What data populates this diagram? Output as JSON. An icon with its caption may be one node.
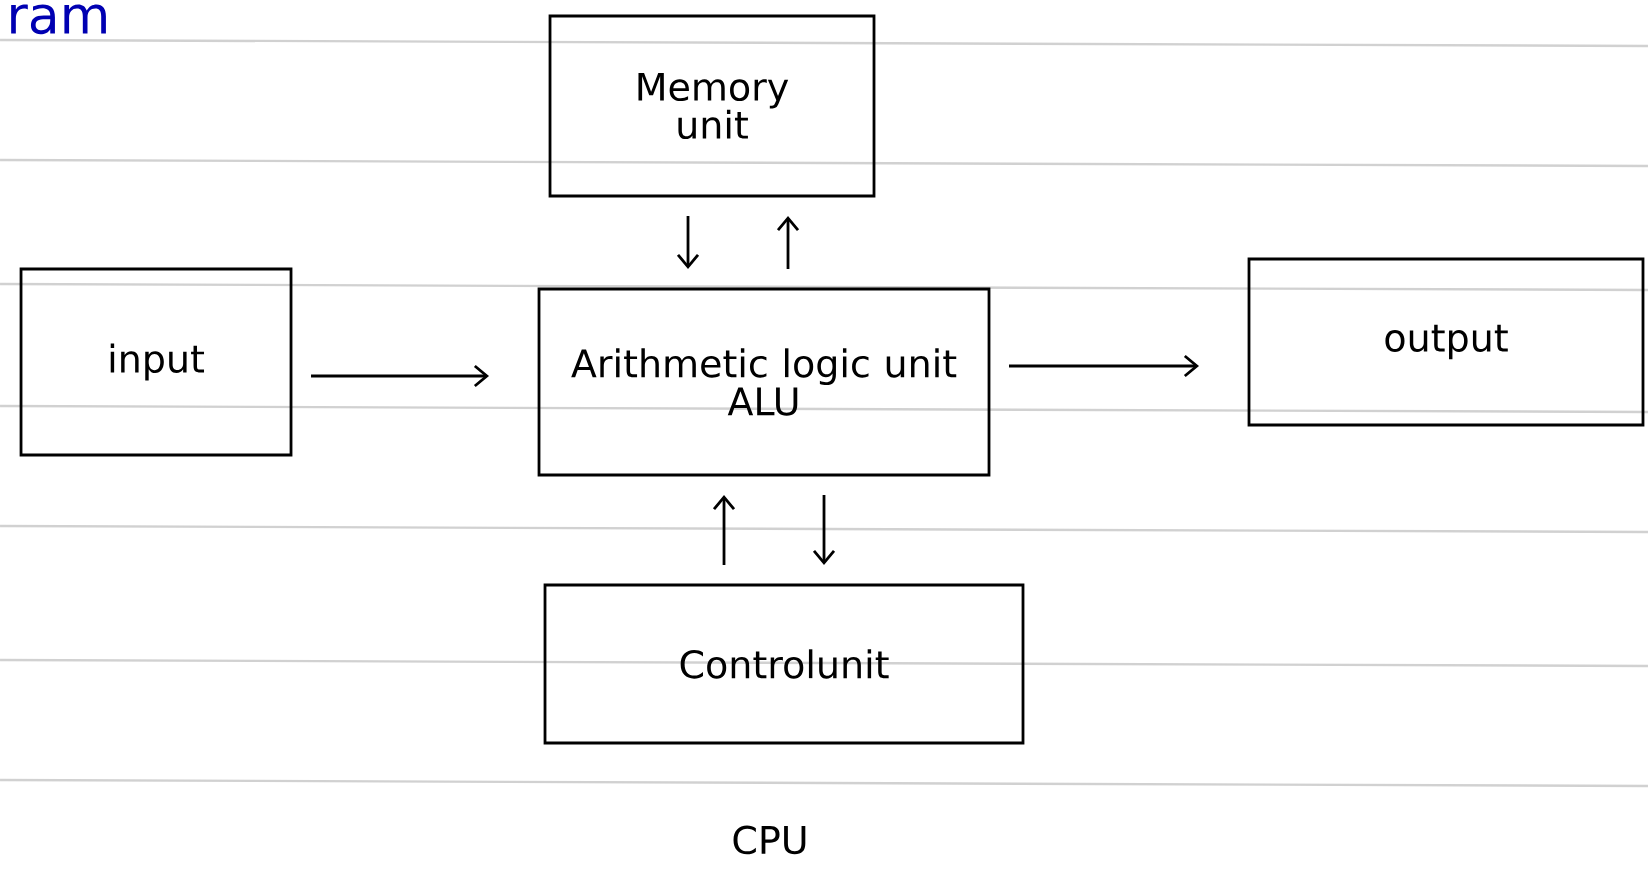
{
  "diagram": {
    "title": "ram",
    "nodes": [
      {
        "text": [
          "Memory unit"
        ]
      },
      {
        "text": [
          "input"
        ]
      },
      {
        "text": [
          "Arithmetic logic unit",
          "ALU"
        ]
      },
      {
        "text": [
          "output"
        ]
      },
      {
        "text": [
          "Controlunit"
        ]
      }
    ],
    "edges": [
      {
        "from": 0,
        "to": 2,
        "arrow": "to"
      },
      {
        "from": 2,
        "to": 0,
        "arrow": "to"
      },
      {
        "from": 1,
        "to": 2,
        "arrow": "to"
      },
      {
        "from": 2,
        "to": 3,
        "arrow": "to"
      },
      {
        "from": 4,
        "to": 2,
        "arrow": "to"
      },
      {
        "from": 2,
        "to": 4,
        "arrow": "to"
      }
    ],
    "labels": [
      "CPU"
    ]
  }
}
